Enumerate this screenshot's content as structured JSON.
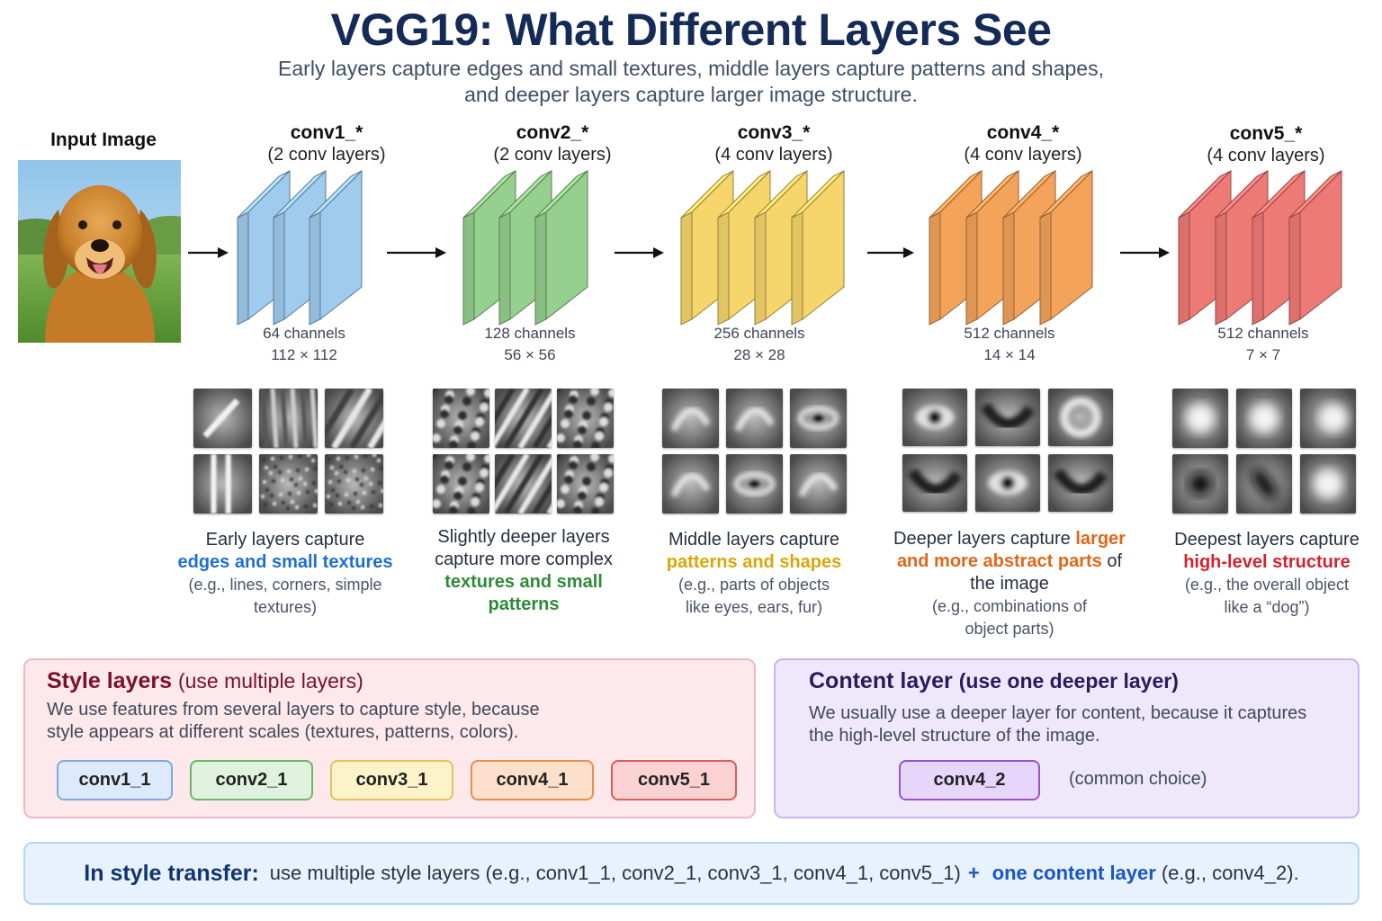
{
  "title": "VGG19: What Different Layers See",
  "subtitle_line1": "Early layers capture edges and small textures, middle layers capture patterns and shapes,",
  "subtitle_line2": "and deeper layers capture larger image structure.",
  "input_label": "Input Image",
  "stages": [
    {
      "name": "conv1_*",
      "count": "(2 conv layers)",
      "channels": "64 channels",
      "size": "112 × 112",
      "color": "#9fcbef",
      "desc_pre": "Early layers capture",
      "desc_hl": "edges and small textures",
      "desc_post": "",
      "desc_ex": "(e.g., lines, corners, simple textures)",
      "hl_color": "#1f6fd1"
    },
    {
      "name": "conv2_*",
      "count": "(2 conv layers)",
      "channels": "128 channels",
      "size": "56 × 56",
      "color": "#96d08e",
      "desc_pre": "Slightly deeper layers capture more complex",
      "desc_hl": "textures and small patterns",
      "desc_post": "",
      "desc_ex": "",
      "hl_color": "#2f8a36"
    },
    {
      "name": "conv3_*",
      "count": "(4 conv layers)",
      "channels": "256 channels",
      "size": "28 × 28",
      "color": "#f6d56a",
      "desc_pre": "Middle layers capture",
      "desc_hl": "patterns and shapes",
      "desc_post": "",
      "desc_ex": "(e.g., parts of objects like eyes, ears, fur)",
      "hl_color": "#d9a70a"
    },
    {
      "name": "conv4_*",
      "count": "(4 conv layers)",
      "channels": "512 channels",
      "size": "14 × 14",
      "color": "#f4a35a",
      "desc_pre": "Deeper layers capture",
      "desc_hl": "larger and more abstract parts",
      "desc_post": "of the image",
      "desc_ex": "(e.g., combinations of object parts)",
      "hl_color": "#e0661a"
    },
    {
      "name": "conv5_*",
      "count": "(4 conv layers)",
      "channels": "512 channels",
      "size": "7 × 7",
      "color": "#ee7a76",
      "desc_pre": "Deepest layers capture",
      "desc_hl": "high-level structure",
      "desc_post": "",
      "desc_ex": "(e.g., the overall object like a “dog”)",
      "hl_color": "#d3232f"
    }
  ],
  "style_box": {
    "title": "Style layers",
    "title_paren": "(use multiple layers)",
    "body_line1": "We use features from several layers to capture style, because",
    "body_line2": "style appears at different scales (textures, patterns, colors).",
    "chips": [
      "conv1_1",
      "conv2_1",
      "conv3_1",
      "conv4_1",
      "conv5_1"
    ]
  },
  "content_box": {
    "title": "Content layer",
    "title_paren": "(use one deeper layer)",
    "body_line1": "We usually use a deeper layer for content, because it captures",
    "body_line2": "the high-level structure of the image.",
    "chip": "conv4_2",
    "note": "(common choice)"
  },
  "summary": {
    "lead": "In style transfer:",
    "text1": "use multiple style layers (e.g., conv1_1,  conv2_1,  conv3_1, conv4_1, conv5_1)",
    "plus": "+",
    "content_hl": "one content layer",
    "text2": "(e.g., conv4_2)."
  },
  "colors": {
    "title": "#142a57",
    "style_title": "#7a1029",
    "content_title": "#2a1b5c",
    "chip_conv1": "#dceafb",
    "chip_conv2": "#dff2dd",
    "chip_conv3": "#fdf3c8",
    "chip_conv4": "#fde0cc",
    "chip_conv5": "#fbd2d2",
    "chip_content": "#e6d6fb"
  }
}
